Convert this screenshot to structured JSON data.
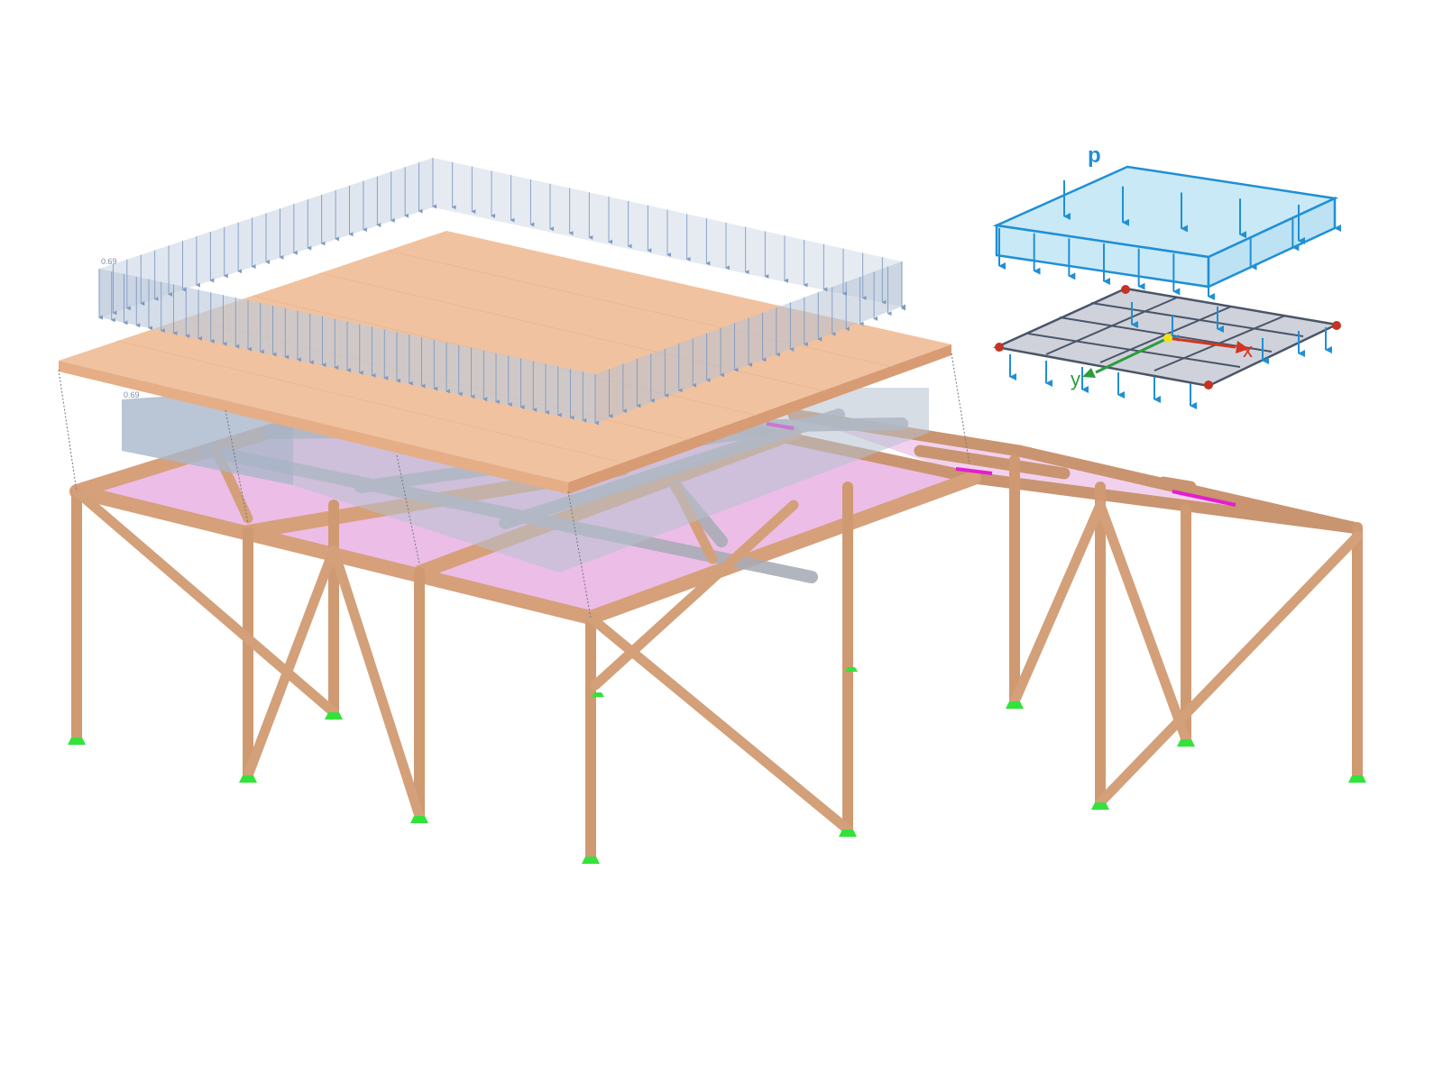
{
  "model": {
    "load_label_upper": "0.69",
    "load_label_lower": "0.69"
  },
  "inset": {
    "load_symbol": "p",
    "axis_x": "x",
    "axis_y": "y"
  },
  "colors": {
    "timber": "#cf9a72",
    "timber_dark": "#b98460",
    "slab": "#f1c29f",
    "slab_front": "#e5ae86",
    "floor_surface": "#e9b2e3",
    "load_fill": "#c7d2e2",
    "load_line": "#7f9bc2",
    "support": "#33e23a",
    "inset_blue": "#1f8fd6",
    "inset_fill": "#c9e9f7",
    "inset_mesh": "#cfd2da",
    "axis_x": "#d2351f",
    "axis_y": "#2a9d3a",
    "node": "#c53322",
    "origin": "#f2e21b"
  },
  "icons": [
    "support-icon",
    "node-icon",
    "load-arrow-icon"
  ]
}
